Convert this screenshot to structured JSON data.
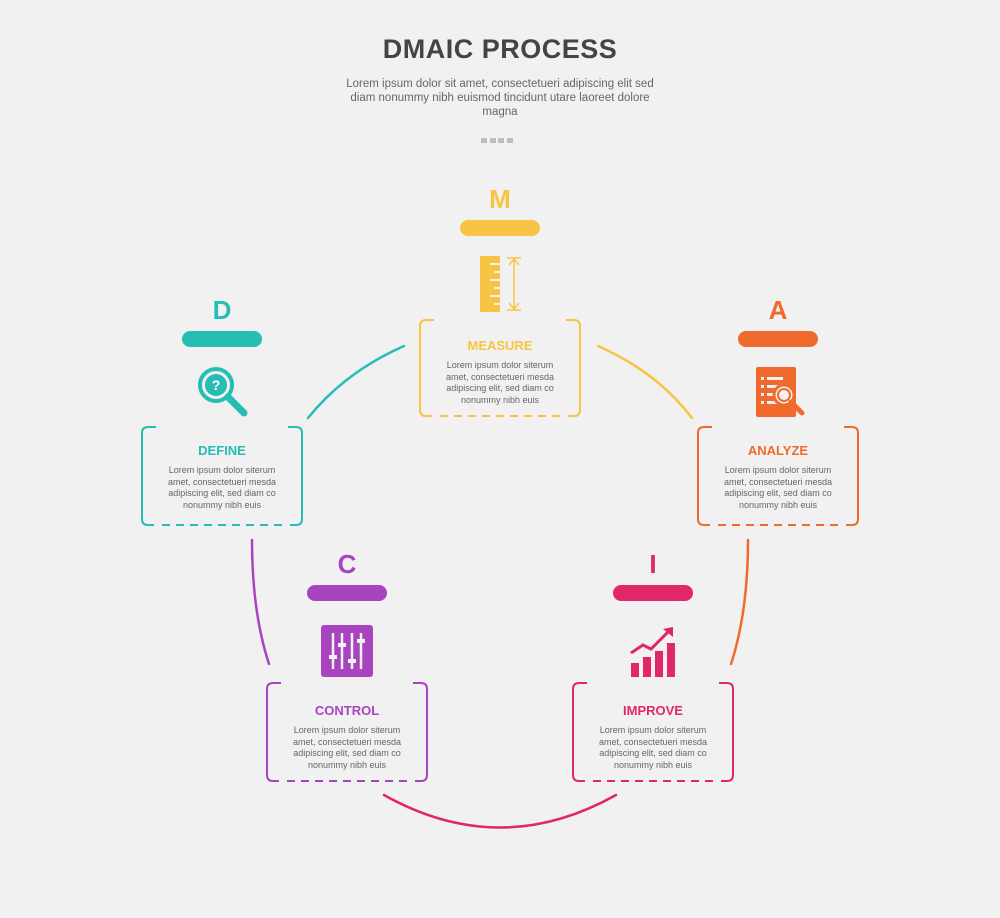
{
  "header": {
    "title": "DMAIC PROCESS",
    "subtitle": "Lorem ipsum dolor sit amet, consectetueri adipiscing elit sed diam nonummy nibh euismod tincidunt utare laoreet dolore magna"
  },
  "stages": [
    {
      "key": "define",
      "letter": "D",
      "name": "DEFINE",
      "description": "Lorem ipsum dolor siterum amet, consectetueri mesda adipiscing elit, sed diam co nonummy nibh euis",
      "color": "#26bdb5",
      "icon": "question-magnifier-icon"
    },
    {
      "key": "measure",
      "letter": "M",
      "name": "MEASURE",
      "description": "Lorem ipsum dolor siterum amet, consectetueri mesda adipiscing elit, sed diam co nonummy nibh euis",
      "color": "#f8c443",
      "icon": "ruler-icon"
    },
    {
      "key": "analyze",
      "letter": "A",
      "name": "ANALYZE",
      "description": "Lorem ipsum dolor siterum amet, consectetueri mesda adipiscing elit, sed diam co nonummy nibh euis",
      "color": "#f16a2d",
      "icon": "document-search-icon"
    },
    {
      "key": "improve",
      "letter": "I",
      "name": "IMPROVE",
      "description": "Lorem ipsum dolor siterum amet, consectetueri mesda adipiscing elit, sed diam co nonummy nibh euis",
      "color": "#e0276a",
      "icon": "growth-chart-icon"
    },
    {
      "key": "control",
      "letter": "C",
      "name": "CONTROL",
      "description": "Lorem ipsum dolor siterum amet, consectetueri mesda adipiscing elit, sed diam co nonummy nibh euis",
      "color": "#a844c0",
      "icon": "sliders-icon"
    }
  ]
}
